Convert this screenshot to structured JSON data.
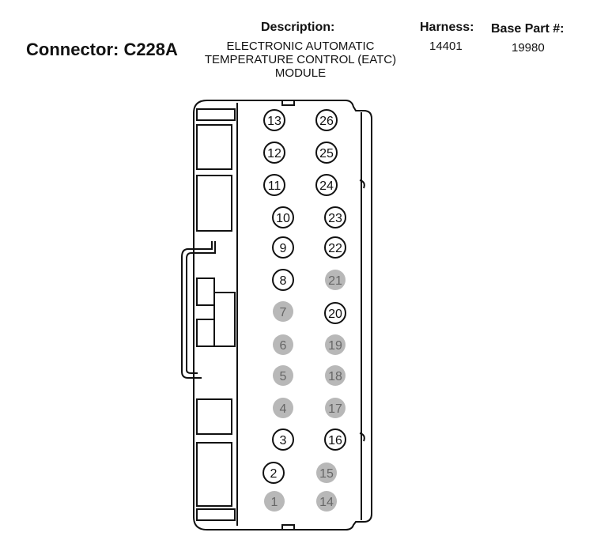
{
  "header": {
    "connector_label": "Connector: C228A",
    "description_label": "Description:",
    "description_value": "ELECTRONIC AUTOMATIC TEMPERATURE CONTROL (EATC) MODULE",
    "harness_label": "Harness:",
    "harness_value": "14401",
    "base_part_label": "Base Part #:",
    "base_part_value": "19980"
  },
  "colors": {
    "outline": "#111111",
    "pin_populated_fill": "#ffffff",
    "pin_empty_fill": "#b8b8b8",
    "pin_empty_text": "#666666"
  },
  "pins": [
    {
      "n": "13",
      "populated": true
    },
    {
      "n": "12",
      "populated": true
    },
    {
      "n": "11",
      "populated": true
    },
    {
      "n": "10",
      "populated": true
    },
    {
      "n": "9",
      "populated": true
    },
    {
      "n": "8",
      "populated": true
    },
    {
      "n": "7",
      "populated": false
    },
    {
      "n": "6",
      "populated": false
    },
    {
      "n": "5",
      "populated": false
    },
    {
      "n": "4",
      "populated": false
    },
    {
      "n": "3",
      "populated": true
    },
    {
      "n": "2",
      "populated": true
    },
    {
      "n": "1",
      "populated": false
    },
    {
      "n": "26",
      "populated": true
    },
    {
      "n": "25",
      "populated": true
    },
    {
      "n": "24",
      "populated": true
    },
    {
      "n": "23",
      "populated": true
    },
    {
      "n": "22",
      "populated": true
    },
    {
      "n": "21",
      "populated": false
    },
    {
      "n": "20",
      "populated": true
    },
    {
      "n": "19",
      "populated": false
    },
    {
      "n": "18",
      "populated": false
    },
    {
      "n": "17",
      "populated": false
    },
    {
      "n": "16",
      "populated": true
    },
    {
      "n": "15",
      "populated": false
    },
    {
      "n": "14",
      "populated": false
    }
  ]
}
